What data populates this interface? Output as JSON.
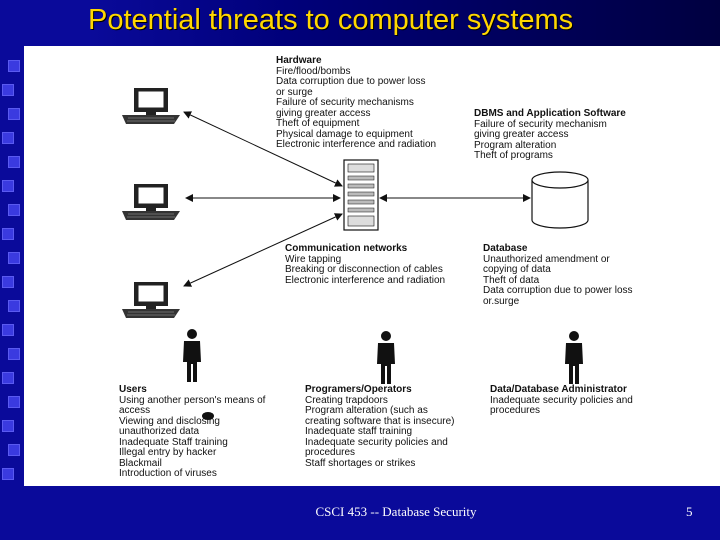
{
  "slide": {
    "title": "Potential threats to computer systems",
    "footer": "CSCI 453 -- Database Security",
    "page_number": "5"
  },
  "diagram": {
    "hardware": {
      "heading": "Hardware",
      "lines": [
        "Fire/flood/bombs",
        "Data corruption due to power loss",
        "or surge",
        "Failure of security mechanisms",
        "giving greater access",
        "Theft of equipment",
        "Physical damage to equipment",
        "Electronic interference and radiation"
      ]
    },
    "dbms": {
      "heading": "DBMS and Application Software",
      "lines": [
        "Failure of security mechanism",
        "giving greater access",
        "Program alteration",
        "Theft of programs"
      ]
    },
    "communication": {
      "heading": "Communication networks",
      "lines": [
        "Wire tapping",
        "Breaking or disconnection of cables",
        "Electronic interference and radiation"
      ]
    },
    "database": {
      "heading": "Database",
      "lines": [
        "Unauthorized amendment or",
        "copying of data",
        "Theft of data",
        "Data corruption due to power loss",
        "or.surge"
      ]
    },
    "users": {
      "heading": "Users",
      "lines": [
        "Using another person's means of",
        "access",
        "Viewing and disclosing",
        "unauthorized data",
        "Inadequate Staff training",
        "Illegal entry by hacker",
        "Blackmail",
        "Introduction of viruses"
      ]
    },
    "programmers": {
      "heading": "Programers/Operators",
      "lines": [
        "Creating trapdoors",
        "Program alteration (such as",
        "creating software that is insecure)",
        "Inadequate staff training",
        "Inadequate security policies and",
        "procedures",
        "Staff shortages or strikes"
      ]
    },
    "dba": {
      "heading": "Data/Database Administrator",
      "lines": [
        "Inadequate security policies and",
        "procedures"
      ]
    }
  },
  "colors": {
    "background": "#0a0a9a",
    "title": "#ffd700",
    "panel": "#ffffff",
    "footer_text": "#ffffff"
  },
  "icons": [
    "computer-terminal-icon",
    "server-tower-icon",
    "database-cylinder-icon",
    "person-icon"
  ]
}
